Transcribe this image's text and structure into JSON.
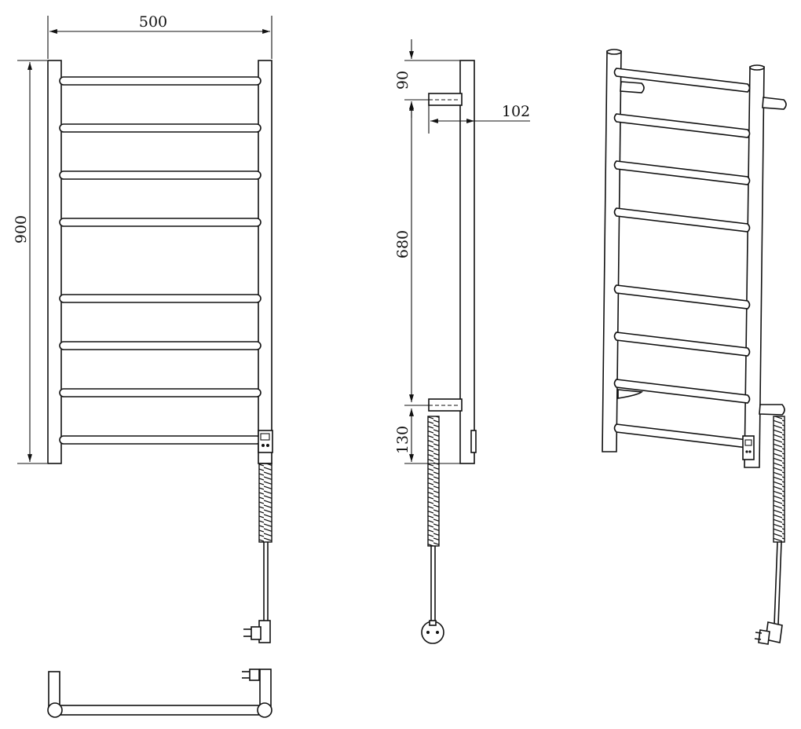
{
  "front_view": {
    "width_dim": "500",
    "height_dim": "900",
    "bar_count": 8
  },
  "side_view": {
    "top_offset_dim": "90",
    "depth_dim": "102",
    "bracket_spacing_dim": "680",
    "bottom_offset_dim": "130"
  },
  "perspective_view": {
    "bar_count": 8
  },
  "icons": {
    "plug": "plug-icon",
    "cable": "coiled-cable-icon",
    "control": "control-box-icon"
  }
}
